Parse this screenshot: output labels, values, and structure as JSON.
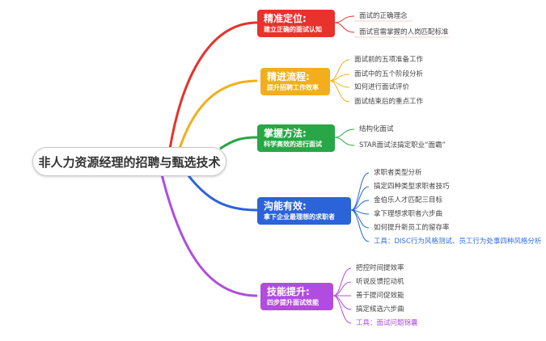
{
  "root": {
    "label": "非人力资源经理的招聘与甄选技术"
  },
  "branches": [
    {
      "id": "b1",
      "title": "精准定位:",
      "subtitle": "建立正确的面试认知",
      "color": "#e8322c",
      "leaves": [
        "面试的正确理念",
        "面试官需掌握的人岗匹配标准"
      ]
    },
    {
      "id": "b2",
      "title": "精进流程:",
      "subtitle": "提升招聘工作效率",
      "color": "#f2ae1c",
      "leaves": [
        "面试前的五项准备工作",
        "面试中的五个阶段分析",
        "如何进行面试评价",
        "面试结束后的重点工作"
      ]
    },
    {
      "id": "b3",
      "title": "掌握方法:",
      "subtitle": "科学高效的进行面试",
      "color": "#27a745",
      "leaves": [
        "结构化面试",
        "STAR面试法搞定职业“面霸”"
      ]
    },
    {
      "id": "b4",
      "title": "沟能有效:",
      "subtitle": "拿下企业最理想的求职者",
      "color": "#2b63d9",
      "leaves": [
        "求职者类型分析",
        "搞定四种类型求职者技巧",
        "金伯乐人才匹配三目标",
        "拿下理想求职者六步曲",
        "如何提升新员工的留存率"
      ],
      "note": "工具：DISC行为风格测试、员工行为处事四种风格分析"
    },
    {
      "id": "b5",
      "title": "技能提升:",
      "subtitle": "四步提升面试效能",
      "color": "#b04de0",
      "leaves": [
        "把控时间提效率",
        "听说反馈挖动机",
        "善于提问促效能",
        "搞定候选六步曲"
      ],
      "note": "工具：面试问题锦囊"
    }
  ]
}
